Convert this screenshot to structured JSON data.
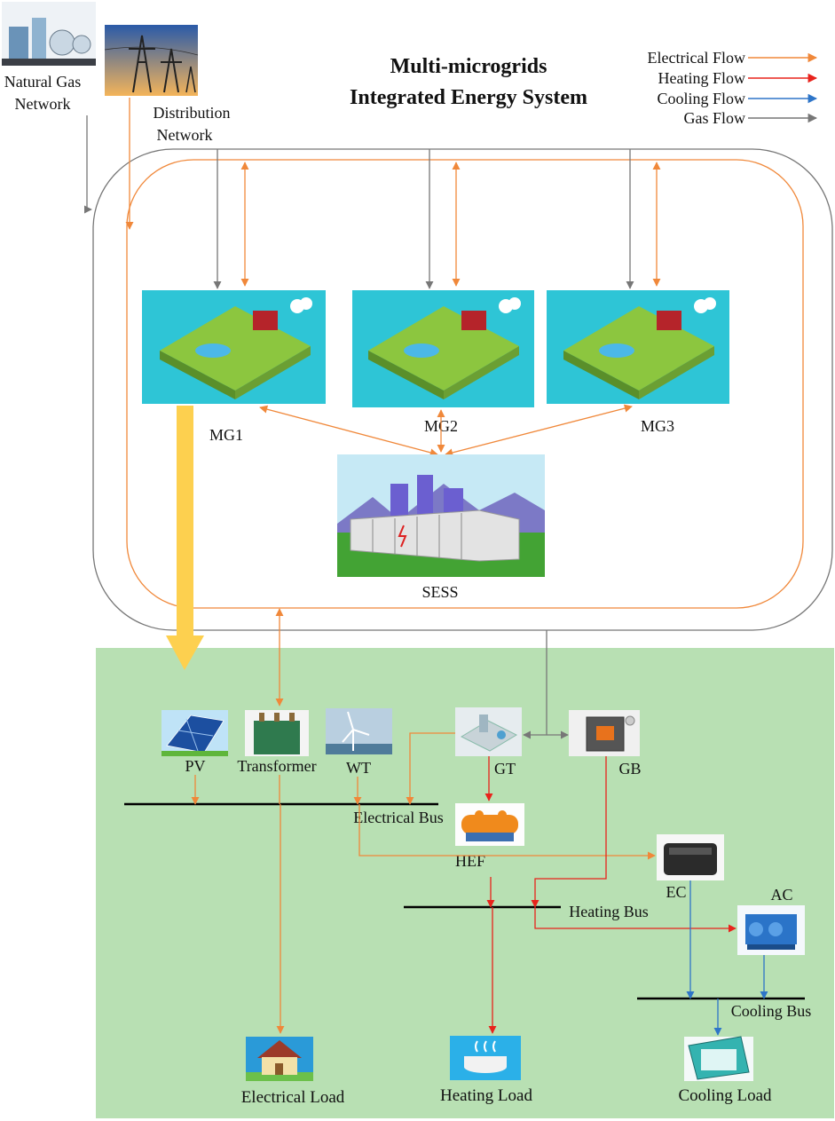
{
  "title": {
    "line1": "Multi-microgrids",
    "line2": "Integrated Energy System"
  },
  "legend": [
    {
      "label": "Electrical Flow",
      "color": "#f0883a"
    },
    {
      "label": "Heating Flow",
      "color": "#e8231c"
    },
    {
      "label": "Cooling Flow",
      "color": "#2e75c8"
    },
    {
      "label": "Gas Flow",
      "color": "#777777"
    }
  ],
  "sources": {
    "natural_gas": {
      "line1": "Natural Gas",
      "line2": "Network"
    },
    "distribution": {
      "line1": "Distribution",
      "line2": "Network"
    }
  },
  "microgrids": {
    "mg1": "MG1",
    "mg2": "MG2",
    "mg3": "MG3",
    "sess": "SESS"
  },
  "components": {
    "pv": "PV",
    "transformer": "Transformer",
    "wt": "WT",
    "gt": "GT",
    "gb": "GB",
    "hef": "HEF",
    "ec": "EC",
    "ac": "AC"
  },
  "buses": {
    "electrical": "Electrical Bus",
    "heating": "Heating Bus",
    "cooling": "Cooling Bus"
  },
  "loads": {
    "electrical": "Electrical Load",
    "heating": "Heating Load",
    "cooling": "Cooling Load"
  },
  "colors": {
    "electrical": "#f0883a",
    "heating": "#e8231c",
    "cooling": "#2e75c8",
    "gas": "#777777",
    "green_area": "#b8e0b3",
    "big_arrow": "#fdd04f"
  }
}
